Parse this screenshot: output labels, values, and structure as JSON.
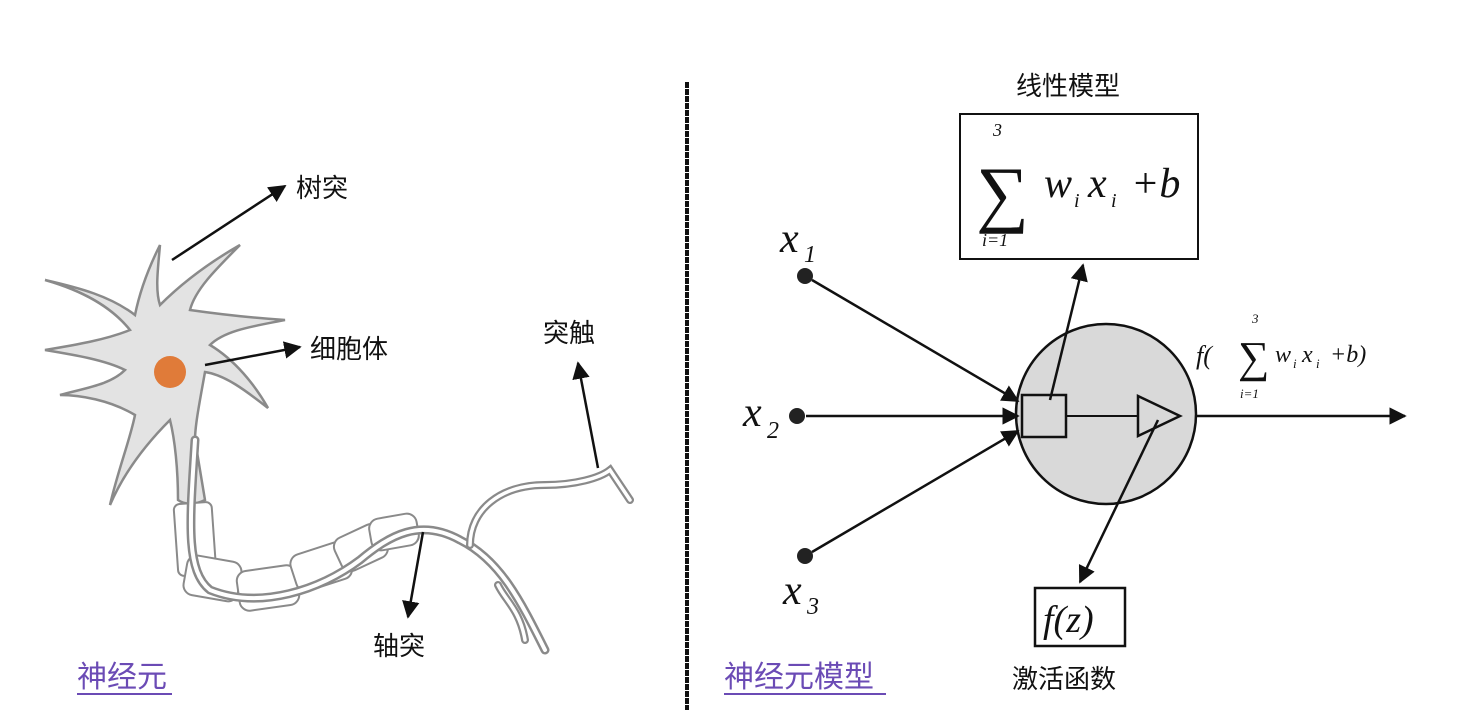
{
  "neuron": {
    "caption": "神经元",
    "labels": {
      "dendrite": "树突",
      "cell_body": "细胞体",
      "synapse": "突触",
      "axon": "轴突"
    }
  },
  "model": {
    "caption": "神经元模型",
    "linear_label": "线性模型",
    "activation_label": "激活函数",
    "inputs": [
      {
        "base": "x",
        "sub": "1"
      },
      {
        "base": "x",
        "sub": "2"
      },
      {
        "base": "x",
        "sub": "3"
      }
    ],
    "sum_formula": {
      "upper": "3",
      "lower": "i=1",
      "w": "w",
      "w_sub": "i",
      "x": "x",
      "x_sub": "i",
      "tail": "+b"
    },
    "output_formula": {
      "prefix": "f(",
      "upper": "3",
      "lower": "i=1",
      "w": "w",
      "w_sub": "i",
      "x": "x",
      "x_sub": "i",
      "tail": "+b)"
    },
    "activation_formula": "f(z)"
  },
  "colors": {
    "nucleus": "#e07b39",
    "cell_fill": "#e3e3e3",
    "caption": "#6b4bb5",
    "node_fill": "#d9d9d9"
  }
}
